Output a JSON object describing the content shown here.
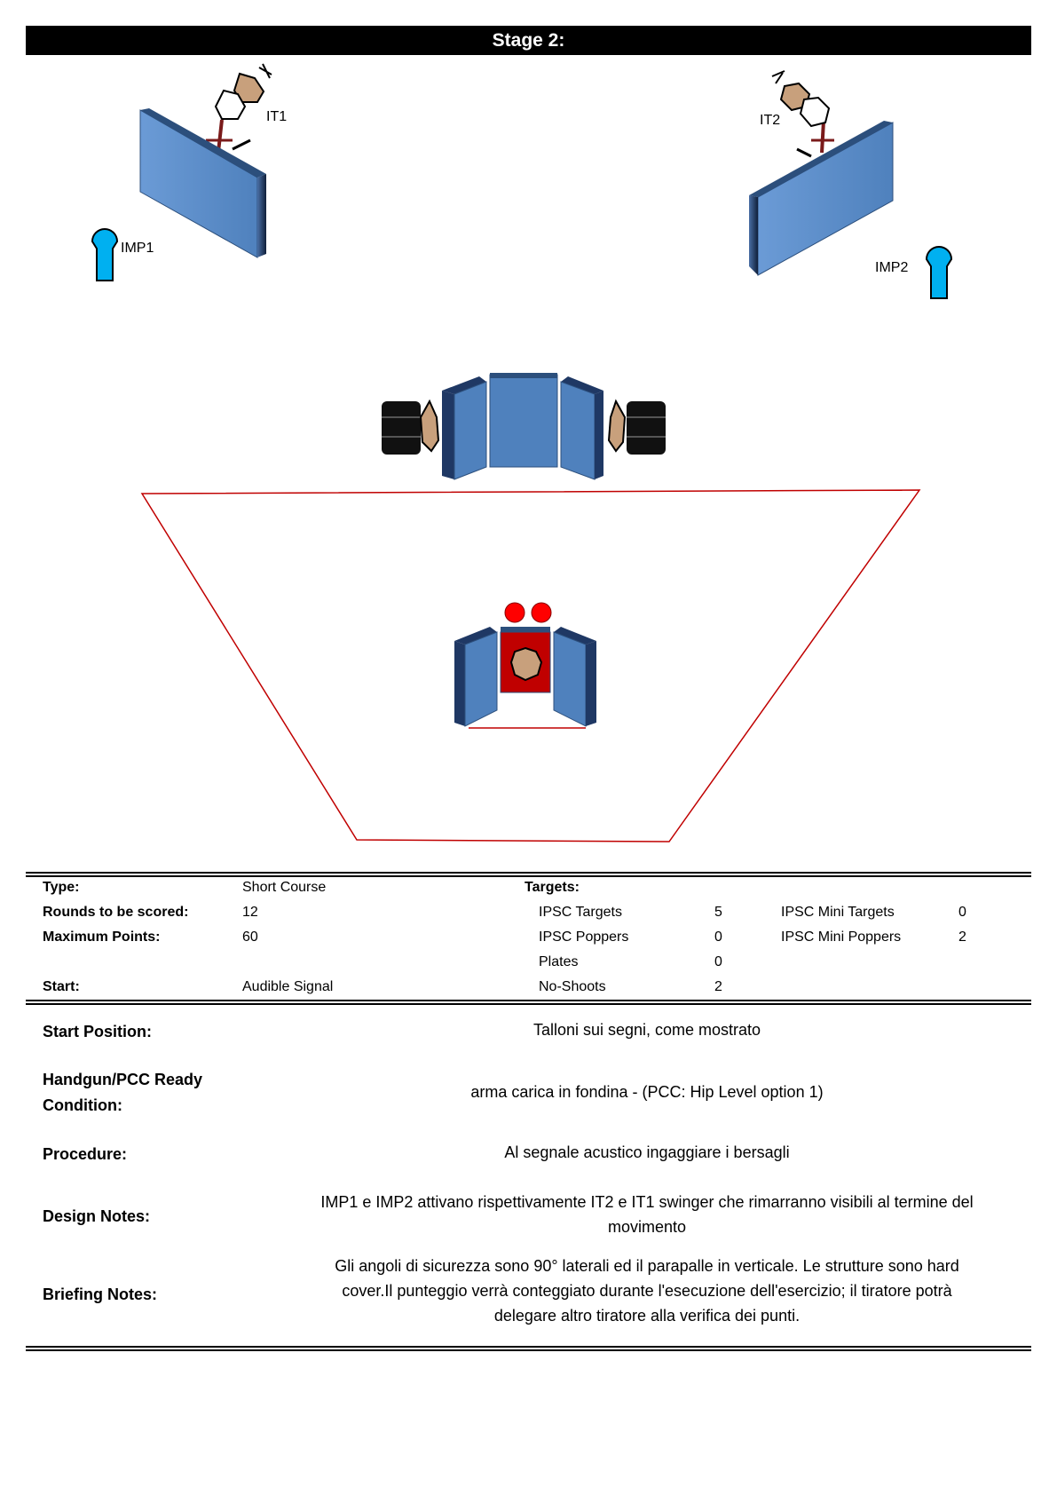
{
  "title": "Stage 2:",
  "diagram": {
    "labels": {
      "it1": "IT1",
      "it2": "IT2",
      "imp1": "IMP1",
      "imp2": "IMP2"
    },
    "colors": {
      "wall": "#4f81bd",
      "wall_dark": "#1f3864",
      "popper": "#00b0f0",
      "fault_line": "#c00000",
      "no_shoot": "#ff0000",
      "target": "#c8a07c",
      "red_panel": "#c00000"
    }
  },
  "info": {
    "type_label": "Type:",
    "type_value": "Short Course",
    "rounds_label": "Rounds to be scored:",
    "rounds_value": "12",
    "max_points_label": "Maximum Points:",
    "max_points_value": "60",
    "start_label": "Start:",
    "start_value": "Audible Signal",
    "targets_label": "Targets:",
    "targets": [
      {
        "name": "IPSC Targets",
        "count": "5"
      },
      {
        "name": "IPSC Poppers",
        "count": "0"
      },
      {
        "name": "Plates",
        "count": "0"
      },
      {
        "name": "No-Shoots",
        "count": "2"
      }
    ],
    "mini_targets": [
      {
        "name": "IPSC Mini Targets",
        "count": "0"
      },
      {
        "name": "IPSC Mini Poppers",
        "count": "2"
      }
    ]
  },
  "notes": {
    "start_position": {
      "label": "Start Position:",
      "text": "Talloni sui segni, come mostrato"
    },
    "ready_condition": {
      "label_line1": "Handgun/PCC Ready",
      "label_line2": "Condition:",
      "text": "arma carica in fondina - (PCC: Hip Level option 1)"
    },
    "procedure": {
      "label": "Procedure:",
      "text": "Al segnale acustico ingaggiare i bersagli"
    },
    "design": {
      "label": "Design Notes:",
      "line1": "IMP1 e IMP2 attivano rispettivamente IT2 e IT1 swinger che rimarranno visibili al termine del",
      "line2": "movimento"
    },
    "briefing": {
      "label": "Briefing Notes:",
      "line1": "Gli angoli di sicurezza sono 90° laterali ed il parapalle in verticale. Le strutture sono hard",
      "line2": "cover.Il punteggio verrà conteggiato durante l'esecuzione dell'esercizio; il tiratore potrà",
      "line3": "delegare altro tiratore alla verifica  dei punti."
    }
  }
}
